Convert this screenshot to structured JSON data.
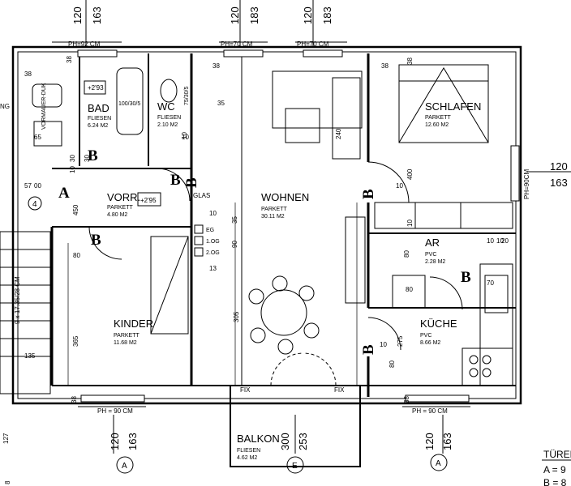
{
  "rooms": {
    "bad": {
      "name": "BAD",
      "floor": "FLIESEN",
      "area": "6.24 M2",
      "level": "+2'93"
    },
    "wc": {
      "name": "WC",
      "floor": "FLIESEN",
      "area": "2.10 M2",
      "fixture": "75/30/5",
      "shower": "100/30/5"
    },
    "schlafen": {
      "name": "SCHLAFEN",
      "floor": "PARKETT",
      "area": "12.60 M2"
    },
    "vorr": {
      "name": "VORR.",
      "floor": "PARKETT",
      "area": "4.80 M2",
      "level": "+2'95"
    },
    "wohnen": {
      "name": "WOHNEN",
      "floor": "PARKETT",
      "area": "30.11 M2"
    },
    "kinder": {
      "name": "KINDER",
      "floor": "PARKETT",
      "area": "11.68 M2"
    },
    "ar": {
      "name": "AR",
      "floor": "PVC",
      "area": "2.28 M2"
    },
    "kueche": {
      "name": "KÜCHE",
      "floor": "PVC",
      "area": "8.66 M2"
    },
    "balkon": {
      "name": "BALKON",
      "floor": "FLIESEN",
      "area": "4.62 M2"
    }
  },
  "dimensions": {
    "top_pairs": [
      [
        "120",
        "163"
      ],
      [
        "120",
        "183"
      ],
      [
        "120",
        "183"
      ]
    ],
    "right_pair": [
      "120",
      "163"
    ],
    "bottom_pairs": [
      [
        "120",
        "163"
      ],
      [
        "300",
        "253"
      ],
      [
        "120",
        "163"
      ]
    ],
    "ph_top": [
      "PH=92 CM",
      "PH=70 CM",
      "PH=70 CM"
    ],
    "ph_bottom": [
      "PH = 90 CM",
      "PH = 90 CM"
    ],
    "ph_right": "PH=90CM",
    "misc": [
      "38",
      "38",
      "38",
      "38",
      "38",
      "38",
      "38",
      "10",
      "10",
      "10",
      "10",
      "10",
      "10",
      "10",
      "10",
      "13",
      "30",
      "30",
      "90",
      "35",
      "35",
      "80",
      "80",
      "65",
      "240",
      "400",
      "305",
      "365",
      "275",
      "80",
      "80",
      "70",
      "20",
      "10",
      "135",
      "57",
      "450",
      "00"
    ],
    "fix": [
      "FIX",
      "FIX"
    ],
    "glas": "GLAS",
    "stairs": "9 x 17.35/28 CM",
    "vorm": "VORMAUER-DUK",
    "levels": [
      "EG",
      "1.OG",
      "2.OG"
    ]
  },
  "markers": {
    "doors": [
      "B",
      "B",
      "B",
      "B",
      "B",
      "B",
      "B"
    ],
    "section": [
      "A",
      "A",
      "A",
      "E",
      "4"
    ]
  },
  "legend": {
    "title": "TÜREN",
    "items": [
      "A = 9",
      "B = 8"
    ]
  },
  "left_edge": [
    "NG",
    "127",
    "8"
  ]
}
